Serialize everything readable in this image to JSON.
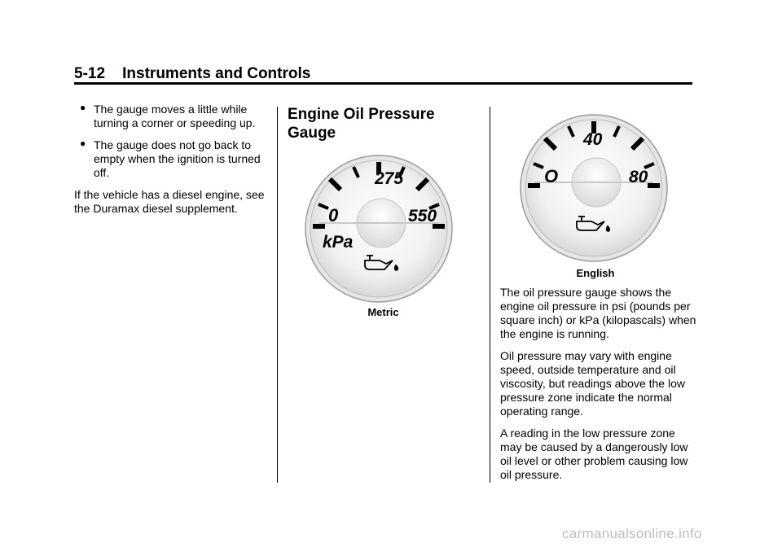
{
  "header": {
    "page_number": "5-12",
    "section": "Instruments and Controls"
  },
  "left_column": {
    "bullets": [
      "The gauge moves a little while turning a corner or speeding up.",
      "The gauge does not go back to empty when the ignition is turned off."
    ],
    "paragraph": "If the vehicle has a diesel engine, see the Duramax diesel supplement."
  },
  "middle_column": {
    "heading_line1": "Engine Oil Pressure",
    "heading_line2": "Gauge",
    "gauge": {
      "low": "0",
      "mid": "275",
      "high": "550",
      "unit": "kPa",
      "icon": "oil-can-icon"
    },
    "caption": "Metric"
  },
  "right_column": {
    "gauge": {
      "low": "O",
      "mid": "40",
      "high": "80",
      "icon": "oil-can-icon"
    },
    "caption": "English",
    "paragraphs": [
      "The oil pressure gauge shows the engine oil pressure in psi (pounds per square inch) or kPa (kilopascals) when the engine is running.",
      "Oil pressure may vary with engine speed, outside temperature and oil viscosity, but readings above the low pressure zone indicate the normal operating range.",
      "A reading in the low pressure zone may be caused by a dangerously low oil level or other problem causing low oil pressure."
    ]
  },
  "watermark": "carmanualsonline.info"
}
